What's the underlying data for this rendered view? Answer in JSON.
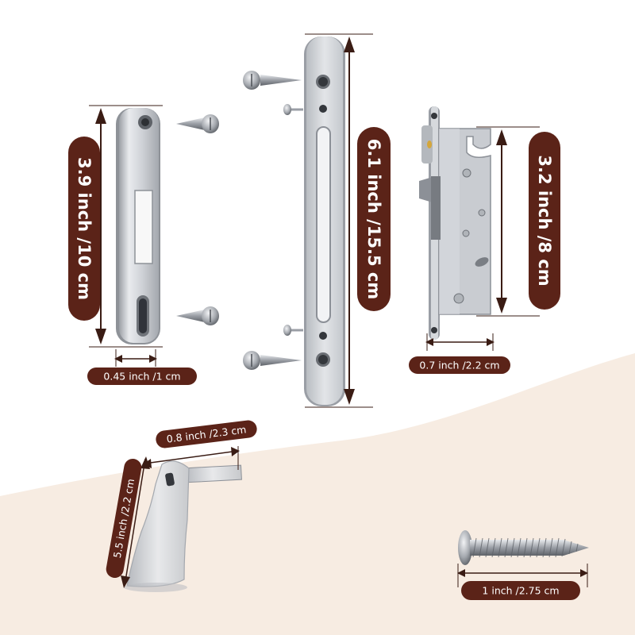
{
  "dimensions": {
    "strike_plate_height": "3.9 inch /10 cm",
    "strike_plate_width": "0.45 inch /1 cm",
    "keeper_height": "6.1 inch /15.5 cm",
    "lock_body_height": "3.2 inch /8 cm",
    "lock_body_width": "0.7 inch /2.2 cm",
    "handle_width": "0.8 inch /2.3 cm",
    "handle_height": "5.5 inch /2.2 cm",
    "screw_length": "1 inch /2.75 cm"
  },
  "colors": {
    "label_bg": "#5b2318",
    "dimension_line": "#3a1c14",
    "background_curve": "#f7ece2",
    "metal_light": "#e4e6ea",
    "metal_mid": "#c3c7cc",
    "metal_dark": "#8c9097"
  }
}
